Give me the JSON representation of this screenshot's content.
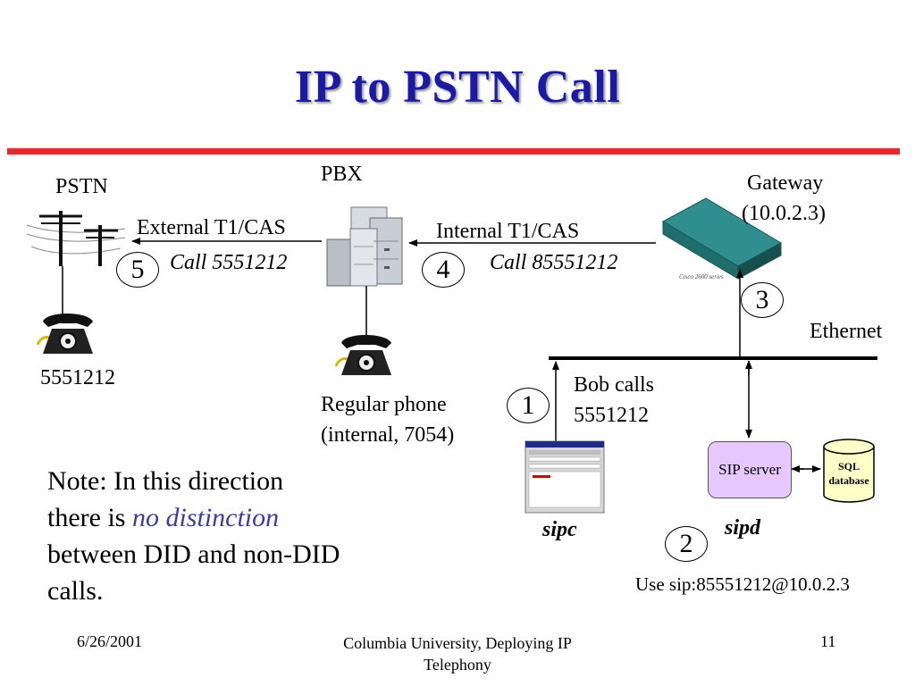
{
  "title": "IP to PSTN Call",
  "labels": {
    "pstn": "PSTN",
    "pbx": "PBX",
    "gateway_line1": "Gateway",
    "gateway_line2": "(10.0.2.3)",
    "external_t1": "External T1/CAS",
    "internal_t1": "Internal T1/CAS",
    "call_5551212": "Call 5551212",
    "call_85551212": "Call 85551212",
    "ethernet": "Ethernet",
    "phone_number": "5551212",
    "regular_phone_line1": "Regular phone",
    "regular_phone_line2": "(internal, 7054)",
    "bob_calls_line1": "Bob calls",
    "bob_calls_line2": "5551212",
    "sip_server": "SIP server",
    "sql_line1": "SQL",
    "sql_line2": "database",
    "sipc": "sipc",
    "sipd": "sipd",
    "use_sip": "Use sip:85551212@10.0.2.3",
    "gateway_model": "Cisco 2600 series"
  },
  "steps": [
    "1",
    "2",
    "3",
    "4",
    "5"
  ],
  "note": {
    "before": "Note: In this direction there is ",
    "emphasis": "no distinction",
    "after": " between DID and non-DID calls."
  },
  "footer": {
    "date": "6/26/2001",
    "center_line1": "Columbia University, Deploying IP",
    "center_line2": "Telephony",
    "page": "11"
  },
  "colors": {
    "title": "#1a1aa6",
    "rule": "#e8262b",
    "sip_server": "#e6c8ff",
    "sql_database": "#ffffc8",
    "emphasis": "#3b3ba0"
  }
}
